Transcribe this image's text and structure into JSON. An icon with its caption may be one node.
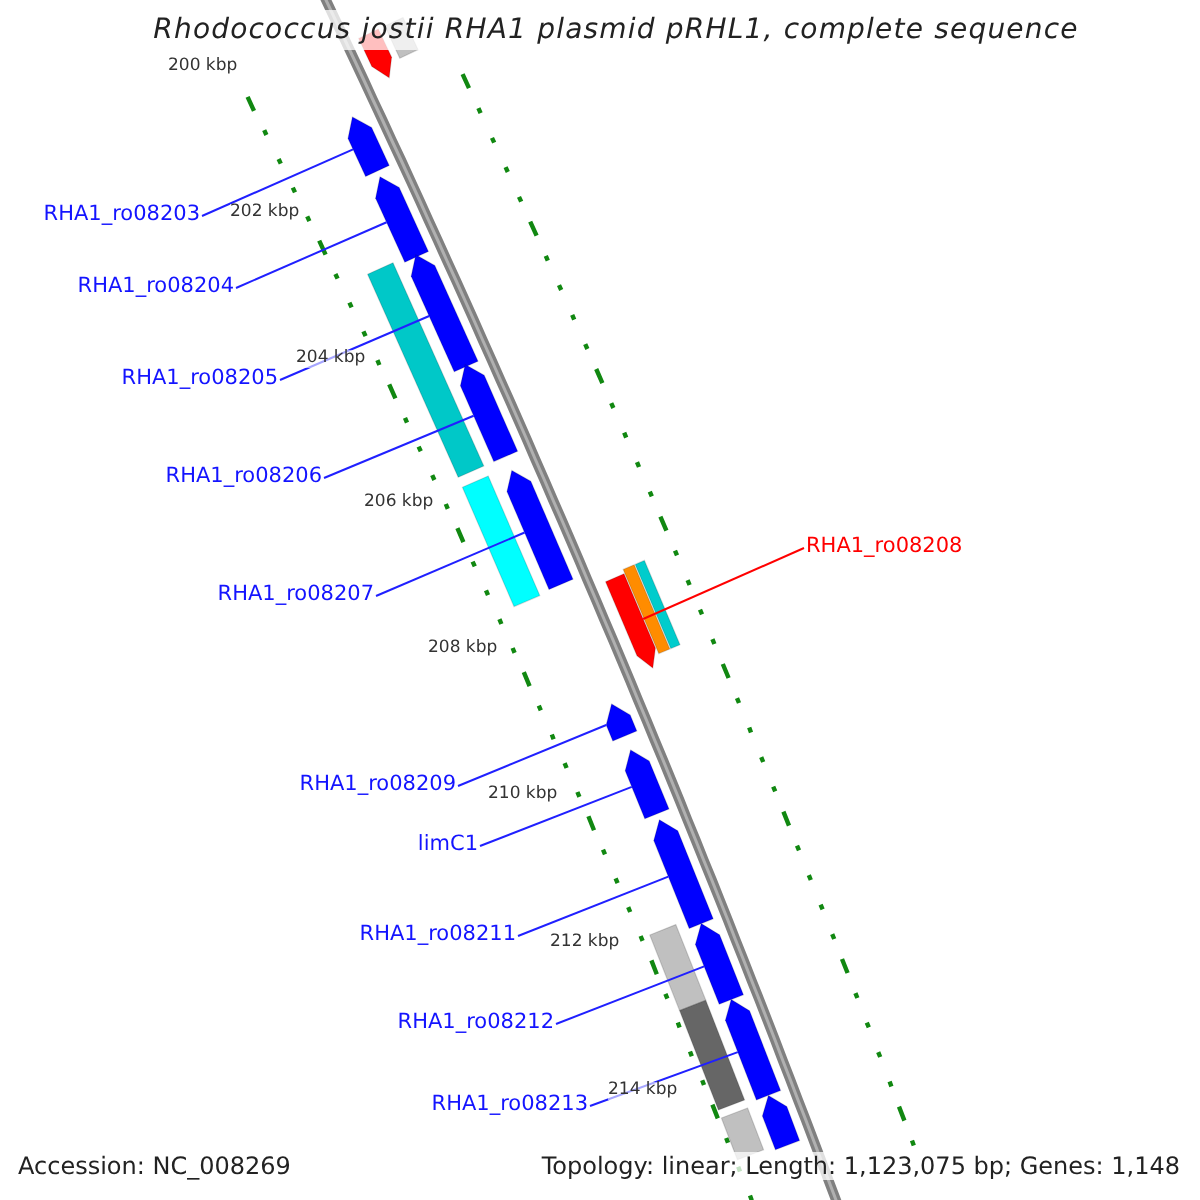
{
  "diagram": {
    "title": "Rhodococcus jostii RHA1 plasmid pRHL1, complete sequence",
    "nodes": [
      {
        "text": [
          "RHA1_ro08203"
        ]
      },
      {
        "text": [
          "RHA1_ro08204"
        ]
      },
      {
        "text": [
          "RHA1_ro08205"
        ]
      },
      {
        "text": [
          "RHA1_ro08206"
        ]
      },
      {
        "text": [
          "RHA1_ro08207"
        ]
      },
      {
        "text": [
          "RHA1_ro08208"
        ]
      },
      {
        "text": [
          "RHA1_ro08209"
        ]
      },
      {
        "text": [
          "limC1"
        ]
      },
      {
        "text": [
          "RHA1_ro08211"
        ]
      },
      {
        "text": [
          "RHA1_ro08212"
        ]
      },
      {
        "text": [
          "RHA1_ro08213"
        ]
      },
      {
        "text": [],
        "shape": "arrow"
      },
      {
        "text": [],
        "shape": "bar"
      },
      {
        "text": [],
        "shape": "arrow"
      },
      {
        "text": [],
        "shape": "arrow"
      },
      {
        "text": [],
        "shape": "bar"
      },
      {
        "text": [],
        "shape": "arrow"
      },
      {
        "text": [],
        "shape": "arrow"
      },
      {
        "text": [],
        "shape": "bar"
      },
      {
        "text": [],
        "shape": "arrow"
      },
      {
        "text": [],
        "shape": "bar"
      },
      {
        "text": [],
        "shape": "bar"
      },
      {
        "text": [],
        "shape": "arrow"
      },
      {
        "text": [],
        "shape": "arrow"
      },
      {
        "text": [],
        "shape": "arrow"
      },
      {
        "text": [],
        "shape": "arrow"
      },
      {
        "text": [],
        "shape": "bar"
      },
      {
        "text": [],
        "shape": "arrow"
      },
      {
        "text": [],
        "shape": "bar"
      },
      {
        "text": [],
        "shape": "arrow"
      },
      {
        "text": [],
        "shape": "arrow"
      },
      {
        "text": [],
        "shape": "bar"
      }
    ],
    "edges": [
      {
        "from": 0,
        "to": 13,
        "arrow": "none"
      },
      {
        "from": 1,
        "to": 14,
        "arrow": "none"
      },
      {
        "from": 2,
        "to": 16,
        "arrow": "none"
      },
      {
        "from": 3,
        "to": 17,
        "arrow": "none"
      },
      {
        "from": 4,
        "to": 19,
        "arrow": "none"
      },
      {
        "from": 5,
        "to": 22,
        "arrow": "none",
        "color": "#ff0000"
      },
      {
        "from": 6,
        "to": 23,
        "arrow": "none"
      },
      {
        "from": 7,
        "to": 24,
        "arrow": "none"
      },
      {
        "from": 8,
        "to": 25,
        "arrow": "none"
      },
      {
        "from": 9,
        "to": 27,
        "arrow": "none"
      },
      {
        "from": 10,
        "to": 29,
        "arrow": "none"
      }
    ],
    "labels": [
      "200 kbp",
      "202 kbp",
      "204 kbp",
      "206 kbp",
      "208 kbp",
      "210 kbp",
      "212 kbp",
      "214 kbp",
      "Accession: NC_008269",
      "Topology: linear; Length: 1,123,075 bp; Genes: 1,148"
    ]
  }
}
